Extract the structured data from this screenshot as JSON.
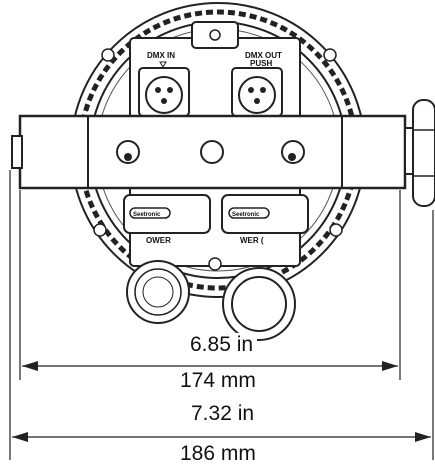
{
  "connectors": {
    "dmx_in_label": "DMX IN",
    "dmx_out_label": "DMX OUT",
    "push_label": "PUSH",
    "power_in_label": "OWER",
    "power_out_label": "WER (",
    "brand_left": "Seetronic",
    "brand_right": "Seetronic"
  },
  "dimensions": {
    "inner_in": "6.85 in",
    "inner_mm": "174 mm",
    "outer_in": "7.32 in",
    "outer_mm": "186 mm"
  }
}
